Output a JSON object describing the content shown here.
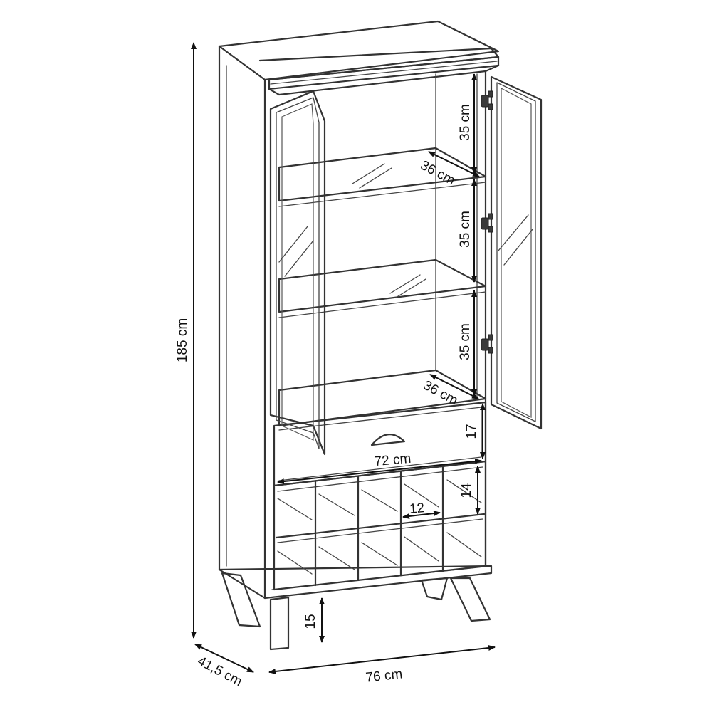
{
  "labels": {
    "height_total": "185 cm",
    "shelf_gap_1": "35 cm",
    "shelf_gap_2": "35 cm",
    "shelf_gap_3": "35 cm",
    "shelf_depth_top": "36 cm",
    "shelf_depth_bottom": "36 cm",
    "drawer_height": "17",
    "inner_width": "72 cm",
    "cell_height": "14",
    "cell_width": "12",
    "leg_height": "15",
    "depth_total": "41,5 cm",
    "width_total": "76 cm"
  },
  "colors": {
    "line": "#333333",
    "dimension": "#111111",
    "background": "#ffffff"
  }
}
